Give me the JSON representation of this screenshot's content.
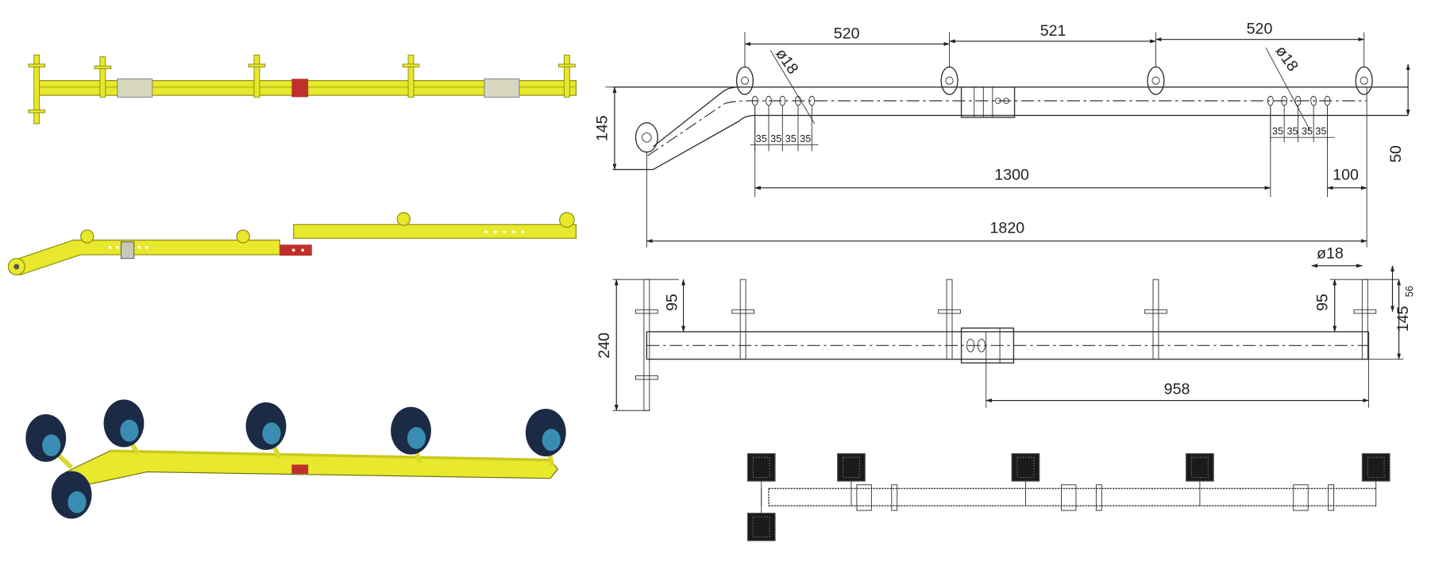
{
  "figure": {
    "views": [
      "3d-top-view",
      "3d-side-view-disassembled",
      "3d-isometric-with-wheels",
      "side-view-drawing",
      "top-view-drawing",
      "wheel-layout-drawing"
    ],
    "colors": {
      "frame": "#e8e82c",
      "frame_edge": "#8a8a10",
      "joint": "#c0302a",
      "wheel": "#1c2b45",
      "hub": "#3f9fc6",
      "line": "#333333"
    }
  },
  "side_view": {
    "dim_520_left": "520",
    "dim_521": "521",
    "dim_520_right": "520",
    "hole_dia_left": "ø18",
    "hole_dia_right": "ø18",
    "pitch_left": [
      "35",
      "35",
      "35",
      "35"
    ],
    "pitch_right": [
      "35",
      "35",
      "35",
      "35"
    ],
    "height_145": "145",
    "height_50": "50",
    "dim_1300": "1300",
    "dim_100": "100",
    "dim_1820": "1820"
  },
  "top_view": {
    "post_dia": "ø18",
    "dim_56": "56",
    "dim_145": "145",
    "dim_95_left": "95",
    "dim_95_right": "95",
    "dim_240": "240",
    "dim_958": "958"
  }
}
